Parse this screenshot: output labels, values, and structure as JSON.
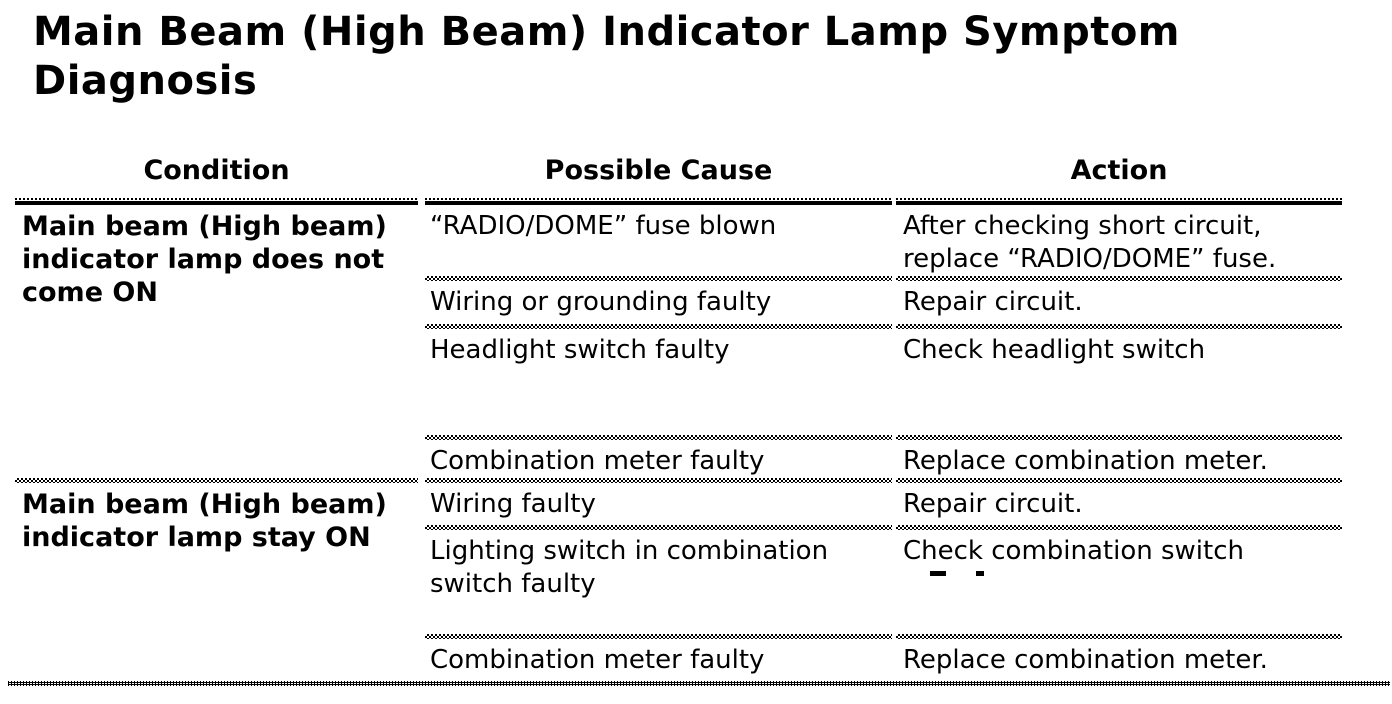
{
  "page": {
    "title": "Main Beam (High Beam) Indicator Lamp Symptom Diagnosis"
  },
  "table": {
    "headers": [
      "Condition",
      "Possible Cause",
      "Action"
    ],
    "sections": [
      {
        "condition": "Main beam (High beam) indicator lamp does not come ON",
        "rows": [
          {
            "cause": "“RADIO/DOME” fuse blown",
            "action": "After checking short circuit, replace “RADIO/DOME” fuse."
          },
          {
            "cause": "Wiring or grounding faulty",
            "action": "Repair circuit."
          },
          {
            "cause": "Headlight switch faulty",
            "action": "Check headlight switch"
          },
          {
            "cause": "Combination meter faulty",
            "action": "Replace combination meter."
          }
        ]
      },
      {
        "condition": "Main beam (High beam) indicator lamp stay ON",
        "rows": [
          {
            "cause": "Wiring faulty",
            "action": "Repair circuit."
          },
          {
            "cause": "Lighting switch in combination switch faulty",
            "action": "Check combination switch"
          },
          {
            "cause": "Combination meter faulty",
            "action": "Replace combination meter."
          }
        ]
      }
    ]
  }
}
